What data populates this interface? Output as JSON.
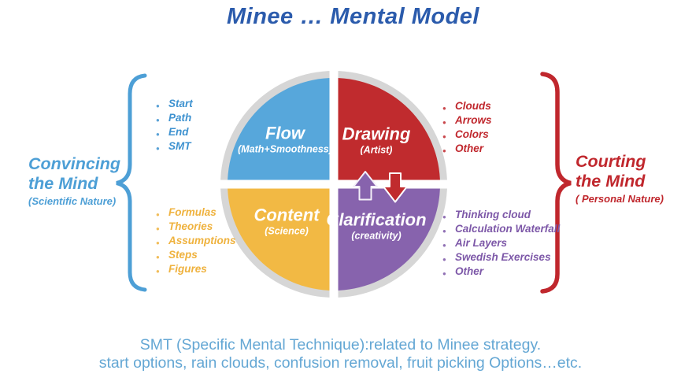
{
  "title": "Minee … Mental Model",
  "ring_color": "#D6D6D6",
  "brackets": {
    "left": {
      "color": "#4D9FD6"
    },
    "right": {
      "color": "#C0272D"
    }
  },
  "left_label": {
    "line1": "Convincing",
    "line2": "the Mind",
    "sub": "(Scientific Nature)"
  },
  "right_label": {
    "line1": "Courting",
    "line2": "the Mind",
    "sub": "( Personal Nature)"
  },
  "quadrants": {
    "flow": {
      "label": "Flow",
      "sub": "(Math+Smoothness)",
      "color": "#57A7DB",
      "items": [
        "Start",
        "Path",
        "End",
        "SMT"
      ]
    },
    "drawing": {
      "label": "Drawing",
      "sub": "(Artist)",
      "color": "#C02B2E",
      "items": [
        "Clouds",
        "Arrows",
        "Colors",
        "Other"
      ]
    },
    "content": {
      "label": "Content",
      "sub": "(Science)",
      "color": "#F2B944",
      "items": [
        "Formulas",
        "Theories",
        "Assumptions",
        "Steps",
        "Figures"
      ]
    },
    "clarification": {
      "label": "Clarification",
      "sub": "(creativity)",
      "color": "#8763AD",
      "items": [
        "Thinking cloud",
        "Calculation Waterfall",
        "Air Layers",
        "Swedish Exercises",
        "Other"
      ]
    }
  },
  "arrows": {
    "up_color": "#8763AD",
    "down_color": "#C02B2E"
  },
  "caption": {
    "line1": "SMT (Specific Mental Technique):related to Minee strategy.",
    "line2": "start options, rain clouds, confusion removal, fruit picking Options…etc."
  }
}
